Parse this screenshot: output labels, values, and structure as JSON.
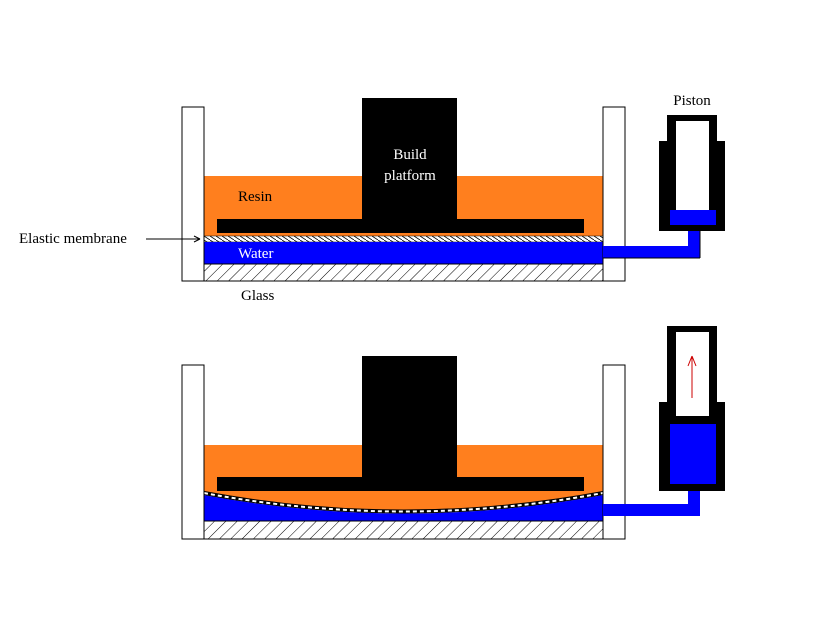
{
  "diagram": {
    "title": "Resin vat with elastic membrane and water-filled piston (schematic)",
    "labels": {
      "piston": "Piston",
      "build_platform_line1": "Build",
      "build_platform_line2": "platform",
      "resin": "Resin",
      "elastic_membrane": "Elastic membrane",
      "water": "Water",
      "glass": "Glass"
    },
    "colors": {
      "resin": "#FF7F1E",
      "water": "#0000FF",
      "platform": "#000000",
      "frame": "#000000",
      "arrow": "#CC0000",
      "background": "#FFFFFF"
    },
    "states": [
      "resting",
      "piston-retracted"
    ]
  }
}
